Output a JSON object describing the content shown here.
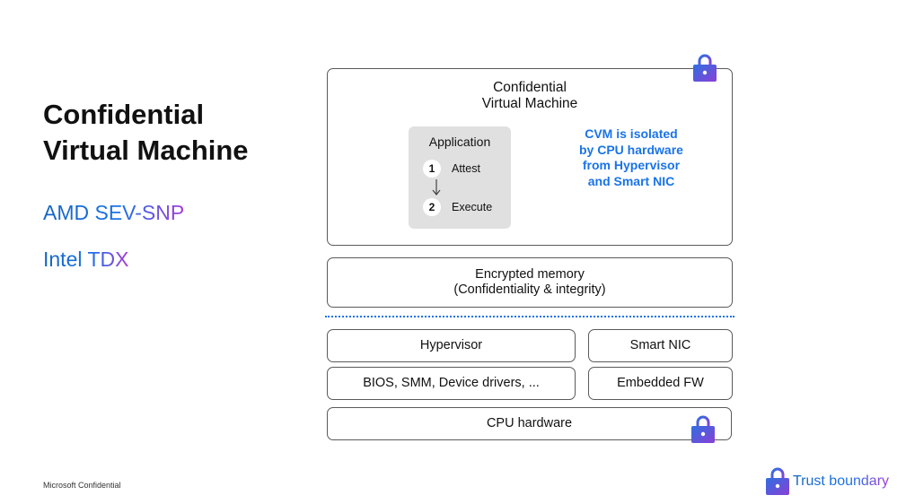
{
  "title": {
    "line1": "Confidential",
    "line2": "Virtual Machine"
  },
  "technologies": {
    "amd": "AMD SEV-SNP",
    "intel": "Intel TDX"
  },
  "footer": "Microsoft Confidential",
  "cvm": {
    "title_line1": "Confidential",
    "title_line2": "Virtual Machine",
    "application": {
      "title": "Application",
      "steps": [
        {
          "num": "1",
          "label": "Attest"
        },
        {
          "num": "2",
          "label": "Execute"
        }
      ]
    },
    "isolation_note": [
      "CVM is isolated",
      "by CPU hardware",
      "from Hypervisor",
      "and Smart NIC"
    ]
  },
  "encrypted_memory": {
    "line1": "Encrypted memory",
    "line2": "(Confidentiality & integrity)"
  },
  "layers": {
    "hypervisor": "Hypervisor",
    "smart_nic": "Smart NIC",
    "bios": "BIOS, SMM, Device drivers, ...",
    "embedded_fw": "Embedded FW",
    "cpu": "CPU hardware"
  },
  "legend": {
    "trust_boundary": "Trust boundary"
  },
  "colors": {
    "accent_blue": "#1a73e8",
    "accent_purple": "#a63bd6",
    "lock_gradient_start": "#2f6fe0",
    "lock_gradient_end": "#8a3fd6"
  },
  "icons": {
    "lock": "lock-icon"
  }
}
